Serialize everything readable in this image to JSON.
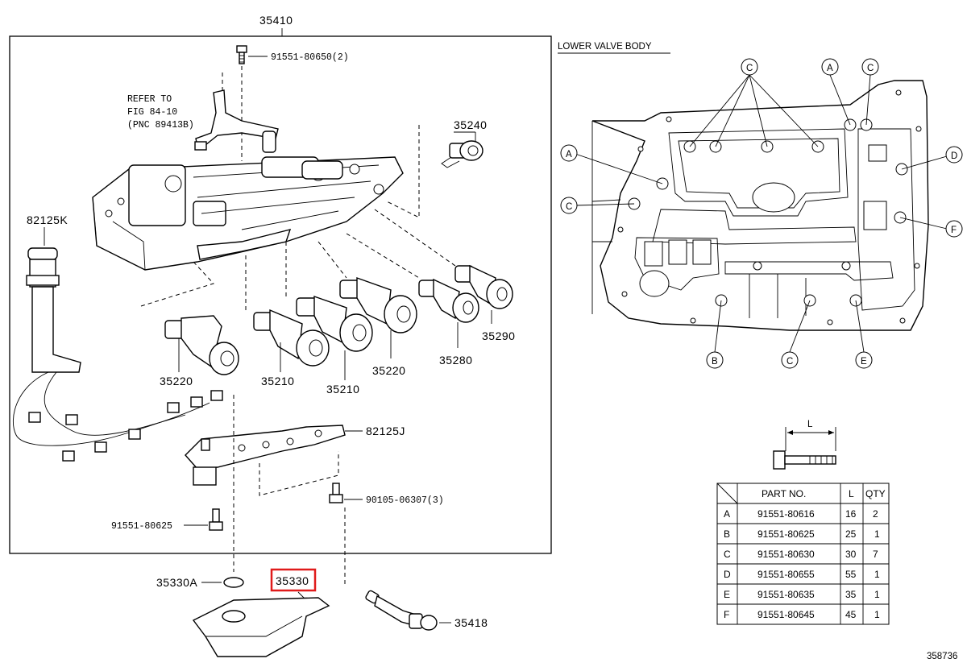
{
  "assembly_number": "35410",
  "view_label": "LOWER VALVE BODY",
  "refer_note": {
    "line1": "REFER TO",
    "line2": "FIG 84-10",
    "line3": "(PNC 89413B)"
  },
  "callouts": {
    "bolt_top": "91551-80650(2)",
    "p35240": "35240",
    "p82125K": "82125K",
    "p35220a": "35220",
    "p35210a": "35210",
    "p35210b": "35210",
    "p35220b": "35220",
    "p35280": "35280",
    "p35290": "35290",
    "p82125J": "82125J",
    "bolt_mid": "90105-06307(3)",
    "bolt_low": "91551-80625",
    "p35330A": "35330A",
    "p35330": "35330",
    "p35418": "35418"
  },
  "highlight_color": "#e01b1b",
  "bolt_letters": {
    "top": [
      "C",
      "A",
      "C"
    ],
    "left": [
      "A",
      "C"
    ],
    "right": [
      "D",
      "F"
    ],
    "bottom": [
      "B",
      "C",
      "E"
    ]
  },
  "bolt_dimension_label": "L",
  "table": {
    "headers": [
      "",
      "PART NO.",
      "L",
      "QTY"
    ],
    "rows": [
      [
        "A",
        "91551-80616",
        "16",
        "2"
      ],
      [
        "B",
        "91551-80625",
        "25",
        "1"
      ],
      [
        "C",
        "91551-80630",
        "30",
        "7"
      ],
      [
        "D",
        "91551-80655",
        "55",
        "1"
      ],
      [
        "E",
        "91551-80635",
        "35",
        "1"
      ],
      [
        "F",
        "91551-80645",
        "45",
        "1"
      ]
    ]
  },
  "figure_number": "358736"
}
